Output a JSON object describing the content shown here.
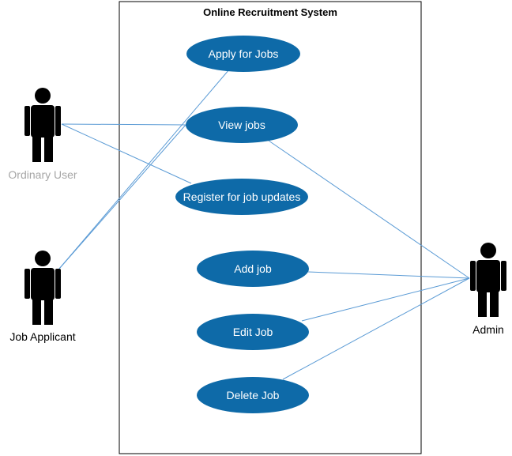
{
  "system": {
    "title": "Online Recruitment System"
  },
  "actors": [
    {
      "id": "ordinary-user",
      "label": "Ordinary User",
      "label_color": "#a6a6a6"
    },
    {
      "id": "job-applicant",
      "label": "Job Applicant",
      "label_color": "#000000"
    },
    {
      "id": "admin",
      "label": "Admin",
      "label_color": "#000000"
    }
  ],
  "use_cases": [
    {
      "id": "apply-for-jobs",
      "label": "Apply for Jobs"
    },
    {
      "id": "view-jobs",
      "label": "View jobs"
    },
    {
      "id": "register-for-job-updates",
      "label": "Register for job updates"
    },
    {
      "id": "add-job",
      "label": "Add job"
    },
    {
      "id": "edit-job",
      "label": "Edit Job"
    },
    {
      "id": "delete-job",
      "label": "Delete Job"
    }
  ],
  "associations": [
    {
      "from": "ordinary-user",
      "to": "view-jobs"
    },
    {
      "from": "ordinary-user",
      "to": "register-for-job-updates"
    },
    {
      "from": "job-applicant",
      "to": "apply-for-jobs"
    },
    {
      "from": "job-applicant",
      "to": "view-jobs"
    },
    {
      "from": "admin",
      "to": "view-jobs"
    },
    {
      "from": "admin",
      "to": "add-job"
    },
    {
      "from": "admin",
      "to": "edit-job"
    },
    {
      "from": "admin",
      "to": "delete-job"
    }
  ],
  "colors": {
    "use_case_fill": "#0e6aa8",
    "association_line": "#5b9bd5"
  }
}
